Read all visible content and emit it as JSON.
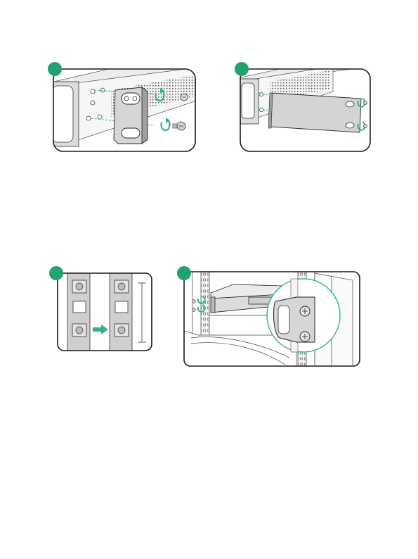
{
  "colors": {
    "accent": "#21a36f",
    "arrow": "#2fb48a",
    "outline": "#1a1a1a",
    "metal_light": "#e6e6e6",
    "metal_mid": "#c9c9c9",
    "metal_dark": "#9a9a9a"
  },
  "steps": [
    {
      "id": "step-1",
      "icon": "bracket-screw-install-icon"
    },
    {
      "id": "step-2",
      "icon": "bracket-attached-icon"
    },
    {
      "id": "step-3",
      "icon": "cage-nut-install-icon"
    },
    {
      "id": "step-4",
      "icon": "rack-mount-icon"
    }
  ]
}
